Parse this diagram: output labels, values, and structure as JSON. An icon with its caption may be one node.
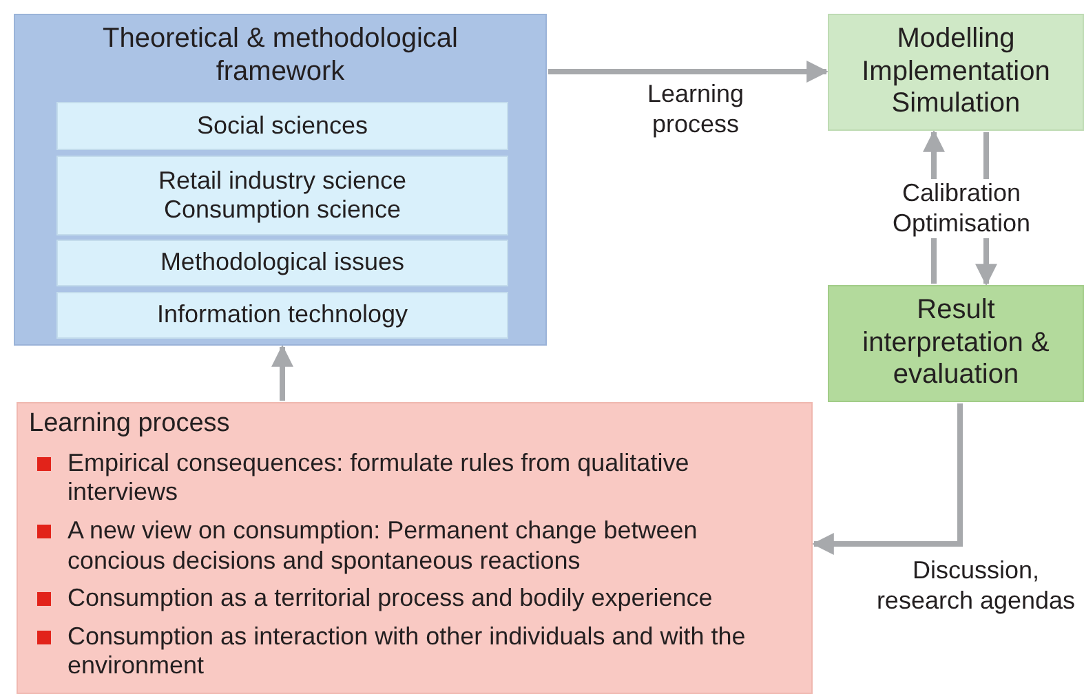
{
  "diagram": {
    "nodes": [
      {
        "text": [
          "Theoretical & methodological framework"
        ]
      },
      {
        "text": [
          "Social sciences"
        ],
        "in": 0
      },
      {
        "text": [
          "Retail industry science Consumption science"
        ],
        "in": 0
      },
      {
        "text": [
          "Methodological issues"
        ],
        "in": 0
      },
      {
        "text": [
          "Information technology"
        ],
        "in": 0
      },
      {
        "text": [
          "Modelling Implementation Simulation"
        ]
      },
      {
        "text": [
          "Result interpretation & evaluation"
        ]
      },
      {
        "text": [
          "Learning process",
          "Empirical consequences: formulate rules from qualitative interviews",
          "A new view on consumption: Permanent change between concious decisions and spontaneous reactions",
          "Consumption as a territorial process and bodily experience",
          "Consumption as interaction with other individuals and with the environment"
        ]
      }
    ],
    "edges": [
      {
        "from": 0,
        "to": 5,
        "arrow": "to",
        "label": "Learning process"
      },
      {
        "from": 5,
        "to": 6,
        "arrow": "to",
        "label": "Calibration Optimisation"
      },
      {
        "from": 6,
        "to": 5,
        "arrow": "to"
      },
      {
        "from": 6,
        "to": 7,
        "arrow": "to",
        "label": "Discussion, research agendas"
      },
      {
        "from": 7,
        "to": 0,
        "arrow": "to"
      }
    ]
  }
}
